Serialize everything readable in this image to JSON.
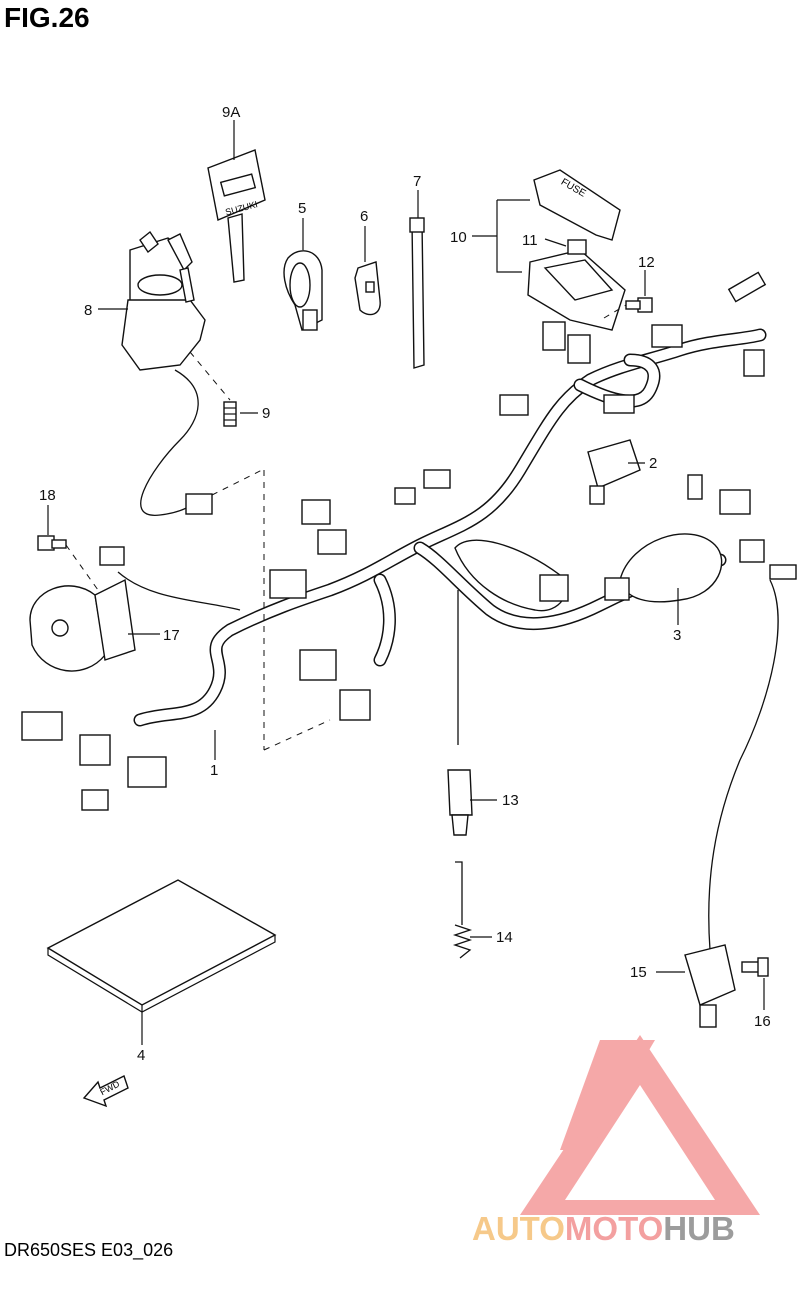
{
  "figure": {
    "title": "FIG.26",
    "model_code": "DR650SES E03_026"
  },
  "callouts": {
    "c9a": "9A",
    "c8": "8",
    "c9": "9",
    "c5": "5",
    "c6": "6",
    "c7": "7",
    "c10": "10",
    "c11": "11",
    "c12": "12",
    "c2": "2",
    "c18": "18",
    "c17": "17",
    "c1": "1",
    "c3": "3",
    "c13": "13",
    "c14": "14",
    "c4": "4",
    "c15": "15",
    "c16": "16"
  },
  "labels": {
    "fuse": "FUSE",
    "fwd": "FWD",
    "key_brand": "SUZUKI"
  },
  "watermark": {
    "part1": "AUTO",
    "part2": "MOTO",
    "part3": "HUB",
    "colors": {
      "auto": "#f6c98a",
      "moto": "#f3a0a0",
      "hub": "#9c9c9c",
      "logo": "#f28b8b"
    }
  }
}
